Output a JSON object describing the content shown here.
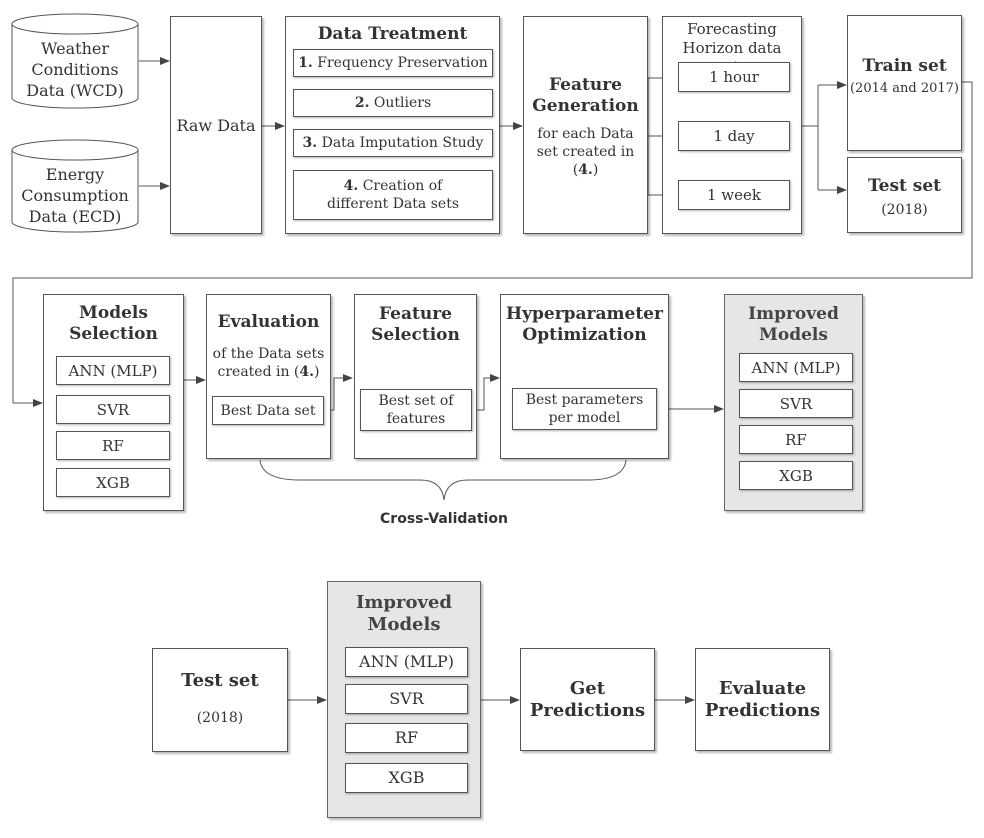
{
  "sources": {
    "wcd": "Weather Conditions Data (WCD)",
    "ecd": "Energy Consumption Data (ECD)"
  },
  "raw_data": "Raw Data",
  "data_treatment": {
    "title": "Data Treatment",
    "steps": [
      {
        "num": "1.",
        "label": "Frequency Preservation"
      },
      {
        "num": "2.",
        "label": "Outliers"
      },
      {
        "num": "3.",
        "label": "Data Imputation Study"
      },
      {
        "num": "4.",
        "label": "Creation of different Data sets"
      }
    ]
  },
  "feature_generation": {
    "title": "Feature Generation",
    "subtitle_pre": "for each Data set created in (",
    "subtitle_ref": "4.",
    "subtitle_post": ")"
  },
  "horizon": {
    "title": "Forecasting Horizon data sets",
    "items": [
      "1 hour",
      "1 day",
      "1 week"
    ]
  },
  "train_set": {
    "title": "Train set",
    "sub": "(2014 and 2017)"
  },
  "test_set": {
    "title": "Test set",
    "sub": "(2018)"
  },
  "models_selection": {
    "title": "Models Selection",
    "models": [
      "ANN (MLP)",
      "SVR",
      "RF",
      "XGB"
    ]
  },
  "evaluation": {
    "title": "Evaluation",
    "sub_pre": "of the Data sets created in (",
    "sub_ref": "4.",
    "sub_post": ")",
    "box": "Best Data set"
  },
  "feature_selection": {
    "title": "Feature Selection",
    "box": "Best set of features"
  },
  "hyperparameter": {
    "title": "Hyperparameter Optimization",
    "box": "Best parameters per model"
  },
  "improved_models": {
    "title": "Improved Models",
    "models": [
      "ANN (MLP)",
      "SVR",
      "RF",
      "XGB"
    ]
  },
  "cross_validation": "Cross-Validation",
  "bottom": {
    "test_title": "Test set",
    "test_sub": "(2018)",
    "improved_title": "Improved Models",
    "models": [
      "ANN (MLP)",
      "SVR",
      "RF",
      "XGB"
    ],
    "get_predictions": "Get Predictions",
    "evaluate_predictions": "Evaluate Predictions"
  }
}
